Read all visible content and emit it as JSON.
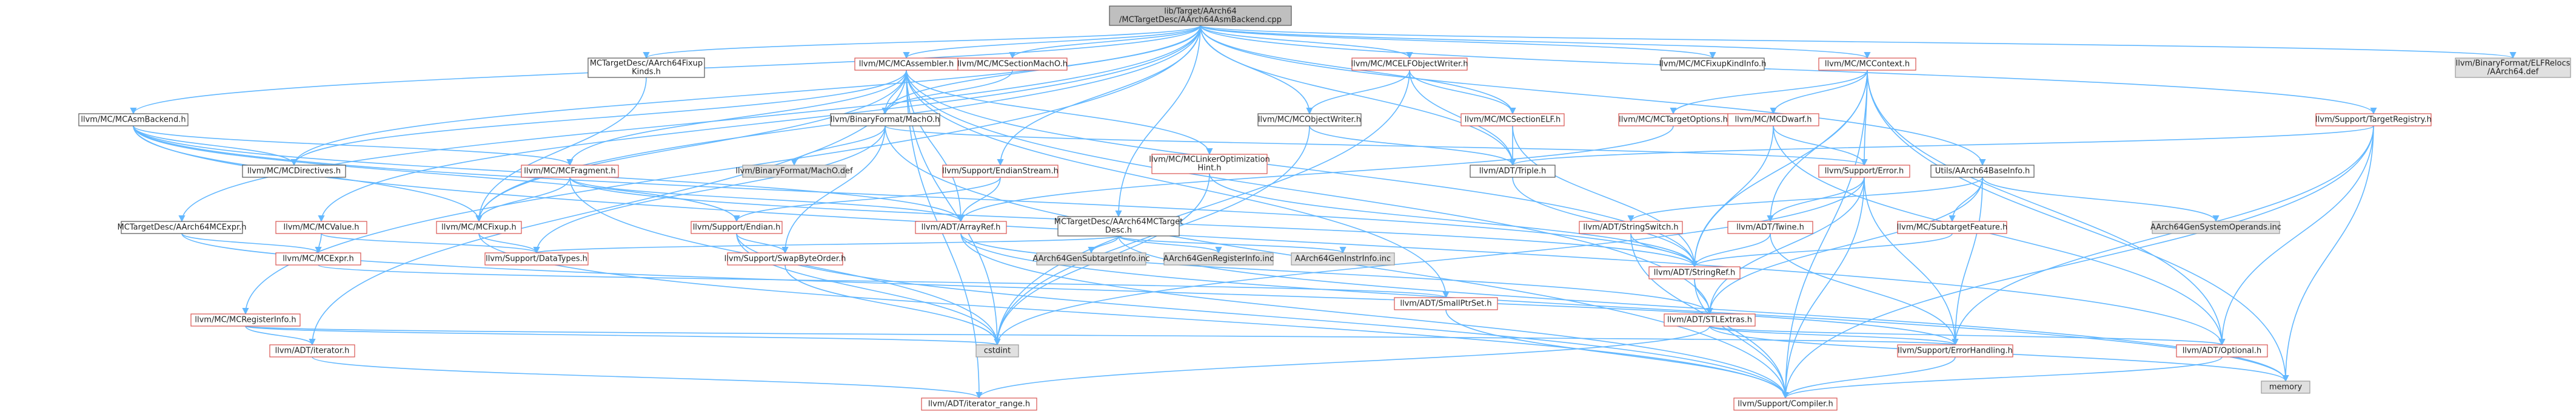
{
  "graph": {
    "title": "",
    "nodes": {
      "root": [
        "lib/Target/AArch64",
        "/MCTargetDesc/AArch64AsmBackend.cpp"
      ],
      "fixupkinds": [
        "MCTargetDesc/AArch64Fixup",
        "Kinds.h"
      ],
      "asmbackend": [
        "llvm/MC/MCAsmBackend.h"
      ],
      "directives": [
        "llvm/MC/MCDirectives.h"
      ],
      "fragment": [
        "llvm/MC/MCFragment.h"
      ],
      "aarch64mcexpr": [
        "MCTargetDesc/AArch64MCExpr.h"
      ],
      "mcvalue": [
        "llvm/MC/MCValue.h"
      ],
      "mcexpr": [
        "llvm/MC/MCExpr.h"
      ],
      "mcfixup": [
        "llvm/MC/MCFixup.h"
      ],
      "regsinfo": [
        "llvm/MC/MCRegisterInfo.h"
      ],
      "iterator": [
        "llvm/ADT/iterator.h"
      ],
      "assembler": [
        "llvm/MC/MCAssembler.h"
      ],
      "sectionmacho": [
        "llvm/MC/MCSectionMachO.h"
      ],
      "binmacho": [
        "llvm/BinaryFormat/MachO.h"
      ],
      "machodef": [
        "llvm/BinaryFormat/MachO.def"
      ],
      "endianstream": [
        "llvm/Support/EndianStream.h"
      ],
      "endian": [
        "llvm/Support/Endian.h"
      ],
      "swapbyte": [
        "llvm/Support/SwapByteOrder.h"
      ],
      "datatypes": [
        "llvm/Support/DataTypes.h"
      ],
      "linkeropt": [
        "llvm/MC/MCLinkerOptimization",
        "Hint.h"
      ],
      "arrayref": [
        "llvm/ADT/ArrayRef.h"
      ],
      "mctargetdesc": [
        "MCTargetDesc/AArch64MCTarget",
        "Desc.h"
      ],
      "gensubtarget": [
        "AArch64GenSubtargetInfo.inc"
      ],
      "genregister": [
        "AArch64GenRegisterInfo.inc"
      ],
      "geninstr": [
        "AArch64GenInstrInfo.inc"
      ],
      "elfobjwriter": [
        "llvm/MC/MCELFObjectWriter.h"
      ],
      "objwriter": [
        "llvm/MC/MCObjectWriter.h"
      ],
      "sectionelf": [
        "llvm/MC/MCSectionELF.h"
      ],
      "smallptrset": [
        "llvm/ADT/SmallPtrSet.h"
      ],
      "fixupkindinfo": [
        "llvm/MC/MCFixupKindInfo.h"
      ],
      "triple": [
        "llvm/ADT/Triple.h"
      ],
      "mccontext": [
        "llvm/MC/MCContext.h"
      ],
      "targetoptions": [
        "llvm/MC/MCTargetOptions.h"
      ],
      "mcdwarf": [
        "llvm/MC/MCDwarf.h"
      ],
      "error": [
        "llvm/Support/Error.h"
      ],
      "stringswitch": [
        "llvm/ADT/StringSwitch.h"
      ],
      "twine": [
        "llvm/ADT/Twine.h"
      ],
      "stringref": [
        "llvm/ADT/StringRef.h"
      ],
      "stlextras": [
        "llvm/ADT/STLExtras.h"
      ],
      "cstdint": [
        "cstdint"
      ],
      "errorhandling": [
        "llvm/Support/ErrorHandling.h"
      ],
      "optional": [
        "llvm/ADT/Optional.h"
      ],
      "memory": [
        "memory"
      ],
      "iterrange": [
        "llvm/ADT/iterator_range.h"
      ],
      "compiler": [
        "llvm/Support/Compiler.h"
      ],
      "baseinfo": [
        "Utils/AArch64BaseInfo.h"
      ],
      "subtargetfeature": [
        "llvm/MC/SubtargetFeature.h"
      ],
      "sysoperands": [
        "AArch64GenSystemOperands.inc"
      ],
      "targetregistry": [
        "llvm/Support/TargetRegistry.h"
      ],
      "elfrelocs": [
        "llvm/BinaryFormat/ELFRelocs",
        "/AArch64.def"
      ]
    }
  }
}
